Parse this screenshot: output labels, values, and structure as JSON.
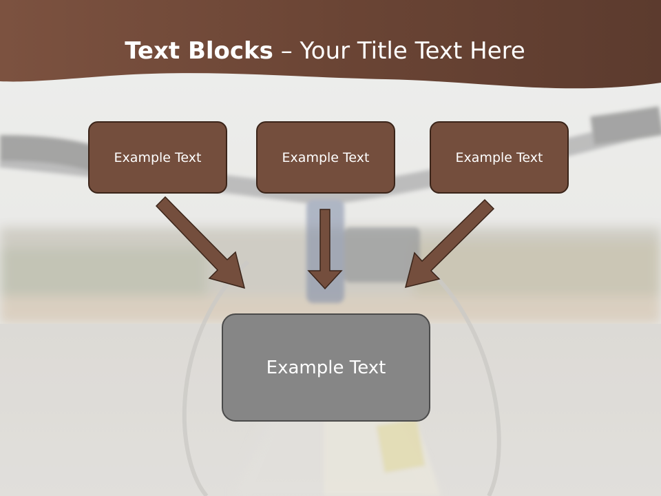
{
  "title": {
    "bold_part": "Text Blocks",
    "separator": " – ",
    "rest": "Your Title Text Here"
  },
  "blocks": [
    {
      "label": "Example Text"
    },
    {
      "label": "Example Text"
    },
    {
      "label": "Example Text"
    }
  ],
  "target_block": {
    "label": "Example Text"
  },
  "colors": {
    "banner": "#6e4837",
    "block_fill": "#744e3d",
    "block_border": "#3a2419",
    "target_fill": "#868686",
    "arrow_fill": "#744e3d"
  }
}
